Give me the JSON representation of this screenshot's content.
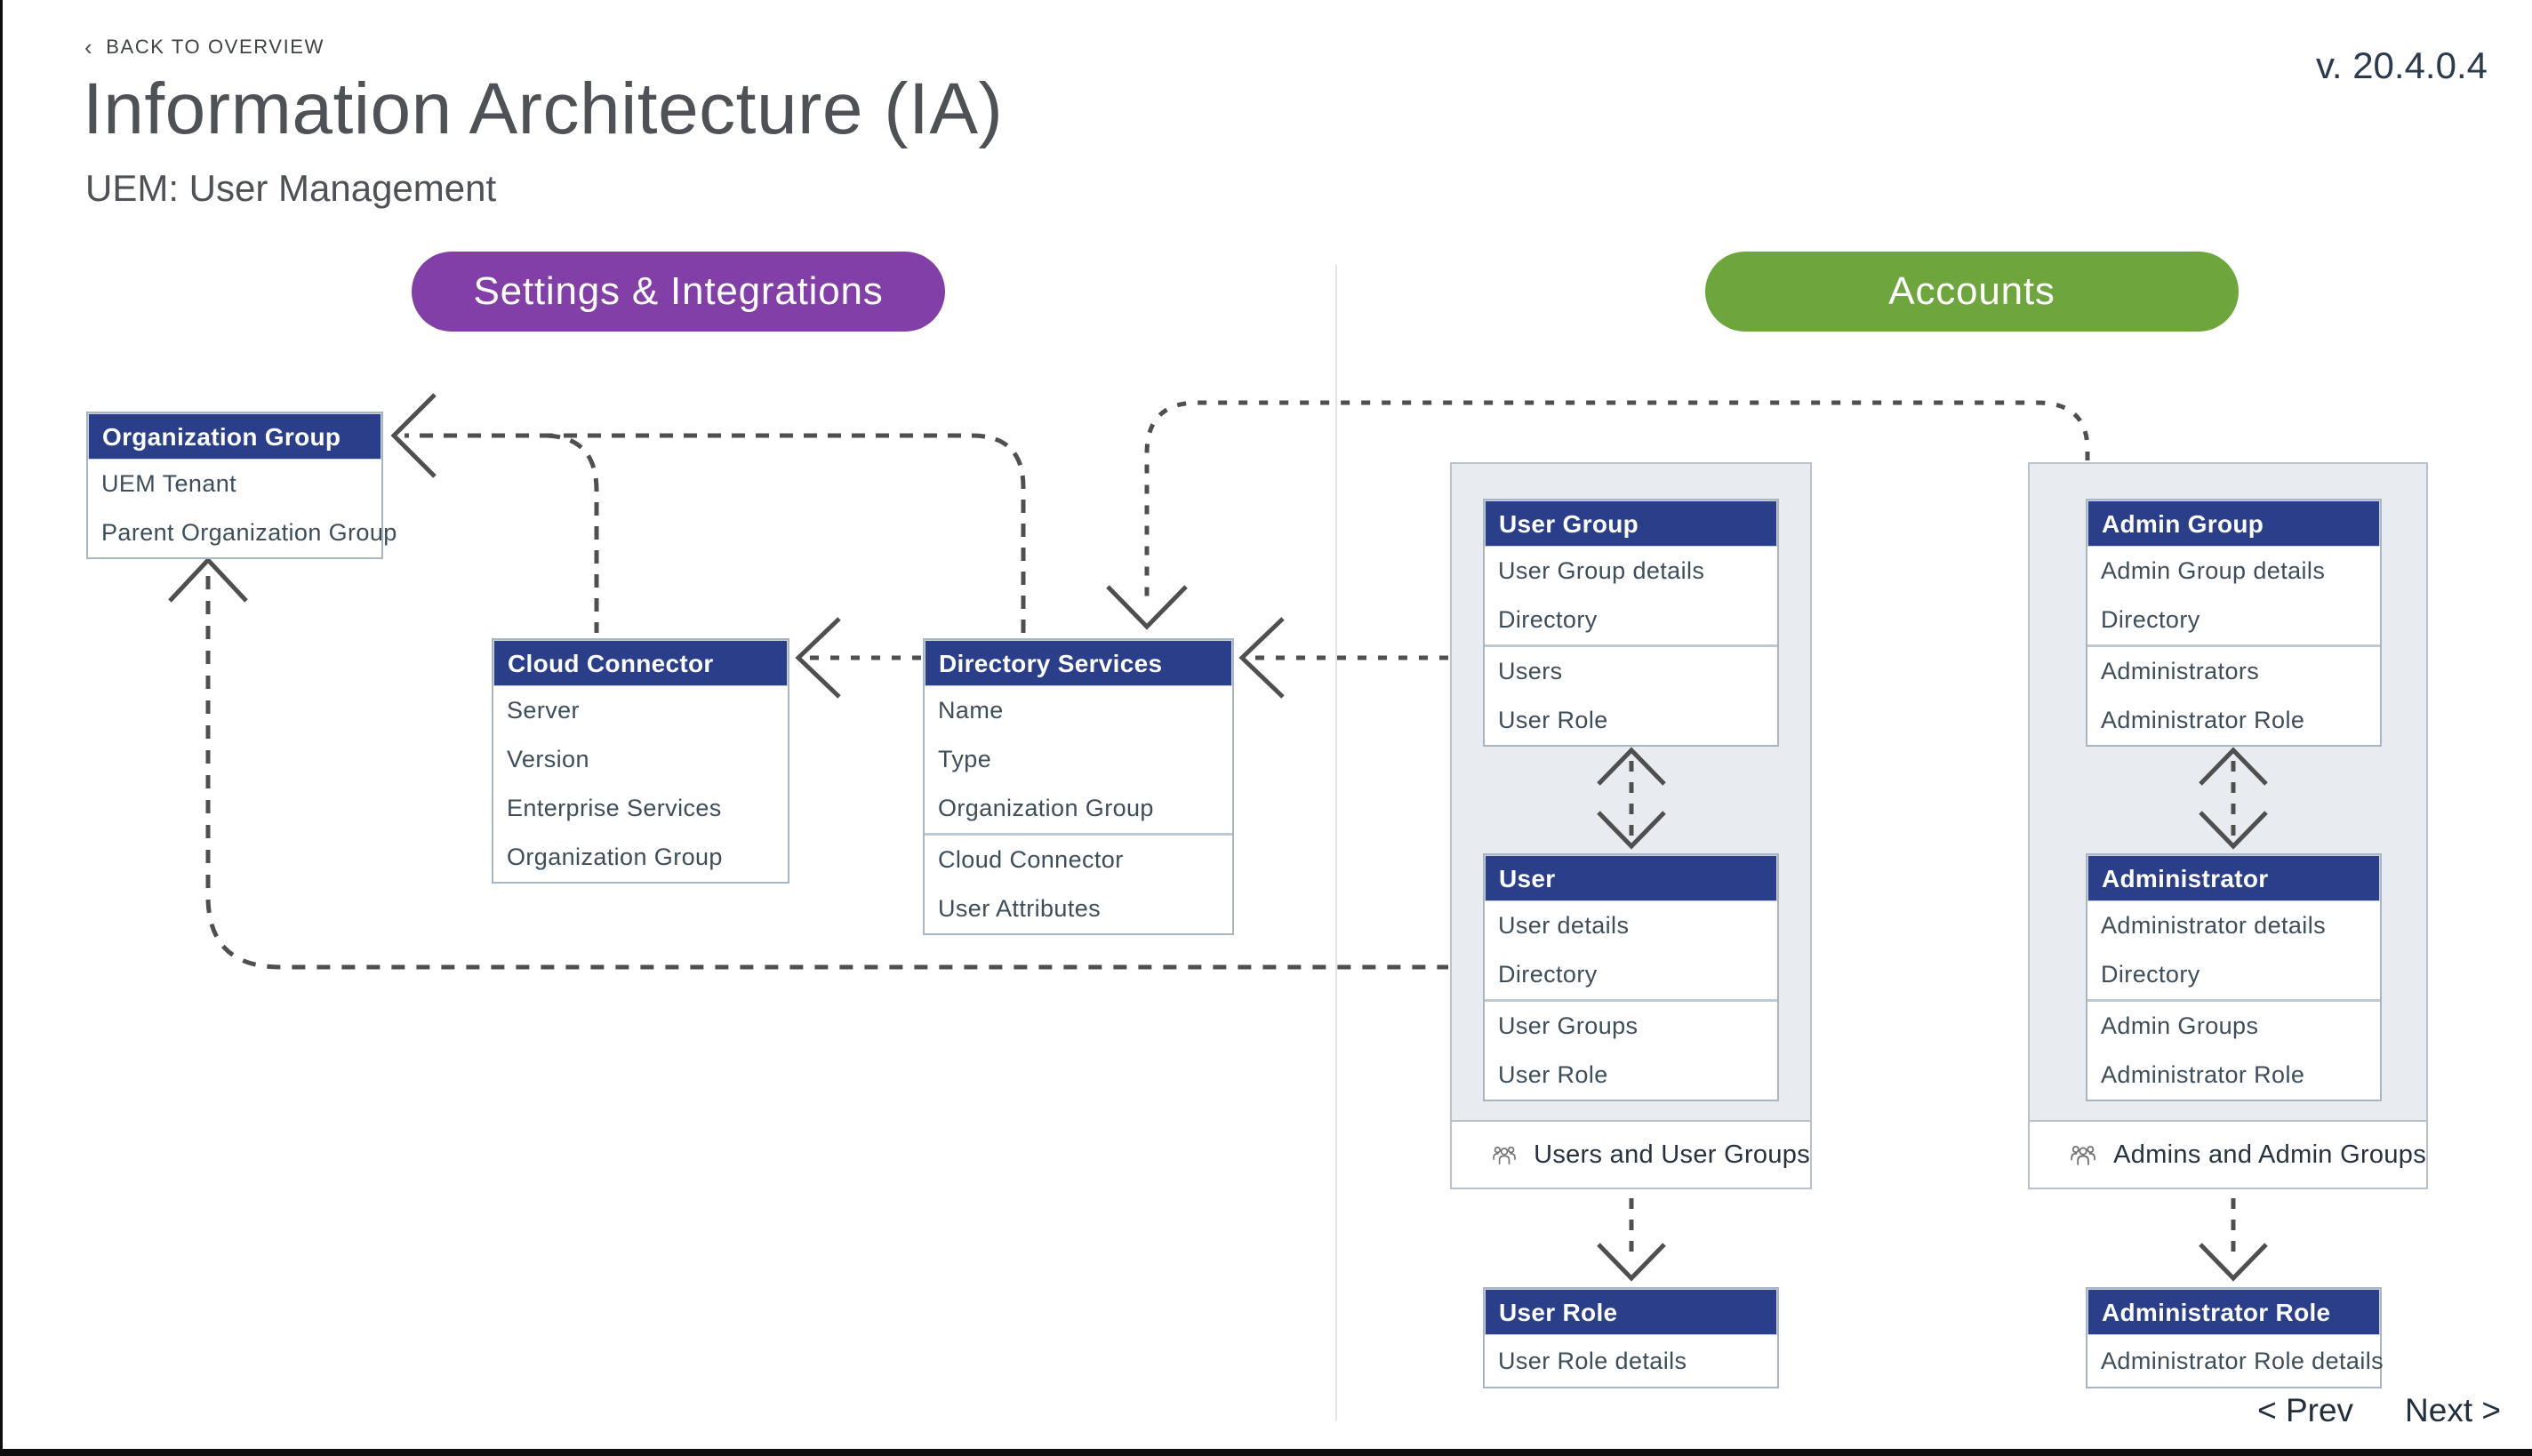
{
  "header": {
    "back_label": "BACK TO OVERVIEW",
    "back_chevron": "‹",
    "title": "Information Architecture (IA)",
    "subtitle": "UEM: User Management",
    "version": "v. 20.4.0.4"
  },
  "sections": {
    "settings_integrations": {
      "label": "Settings & Integrations",
      "color": "#823fa8"
    },
    "accounts": {
      "label": "Accounts",
      "color": "#6ea63d"
    }
  },
  "colors": {
    "header_navy": "#2b3e8a",
    "purple": "#823fa8",
    "green": "#6ea63d",
    "arrow_gray": "#4f4f4f",
    "panel_fill": "#e8ecf1"
  },
  "entities": {
    "organization_group": {
      "title": "Organization Group",
      "groups": [
        [
          "UEM Tenant",
          "Parent Organization Group"
        ]
      ]
    },
    "cloud_connector": {
      "title": "Cloud Connector",
      "groups": [
        [
          "Server",
          "Version",
          "Enterprise Services",
          "Organization Group"
        ]
      ]
    },
    "directory_services": {
      "title": "Directory Services",
      "groups": [
        [
          "Name",
          "Type",
          "Organization Group"
        ],
        [
          "Cloud Connector",
          "User Attributes"
        ]
      ]
    },
    "user_group": {
      "title": "User Group",
      "groups": [
        [
          "User Group details",
          "Directory"
        ],
        [
          "Users",
          "User Role"
        ]
      ]
    },
    "user": {
      "title": "User",
      "groups": [
        [
          "User details",
          "Directory"
        ],
        [
          "User Groups",
          "User Role"
        ]
      ]
    },
    "user_role": {
      "title": "User Role",
      "groups": [
        [
          "User Role details"
        ]
      ]
    },
    "admin_group": {
      "title": "Admin Group",
      "groups": [
        [
          "Admin Group details",
          "Directory"
        ],
        [
          "Administrators",
          "Administrator Role"
        ]
      ]
    },
    "administrator": {
      "title": "Administrator",
      "groups": [
        [
          "Administrator details",
          "Directory"
        ],
        [
          "Admin Groups",
          "Administrator Role"
        ]
      ]
    },
    "administrator_role": {
      "title": "Administrator Role",
      "groups": [
        [
          "Administrator Role details"
        ]
      ]
    }
  },
  "panels": {
    "users": {
      "label": "Users and User Groups"
    },
    "admins": {
      "label": "Admins and Admin Groups"
    }
  },
  "connections": [
    {
      "from": "Cloud Connector",
      "to": "Organization Group",
      "style": "dashed-arrow"
    },
    {
      "from": "Directory Services",
      "to": "Organization Group",
      "style": "dashed-arrow"
    },
    {
      "from": "Directory Services",
      "to": "Cloud Connector",
      "style": "dashed-arrow"
    },
    {
      "from": "User Group",
      "to": "Directory Services",
      "style": "dashed-arrow"
    },
    {
      "from": "Admin Group panel",
      "to": "Directory Services",
      "style": "dashed-arrow"
    },
    {
      "from": "User panel",
      "to": "Organization Group",
      "style": "dashed-arrow"
    },
    {
      "from": "User Group",
      "to": "User",
      "style": "dashed-arrow-both"
    },
    {
      "from": "Admin Group",
      "to": "Administrator",
      "style": "dashed-arrow-both"
    },
    {
      "from": "Users and User Groups panel",
      "to": "User Role",
      "style": "dashed-arrow"
    },
    {
      "from": "Admins and Admin Groups panel",
      "to": "Administrator Role",
      "style": "dashed-arrow"
    }
  ],
  "footer_nav": {
    "prev": "< Prev",
    "next": "Next >"
  }
}
